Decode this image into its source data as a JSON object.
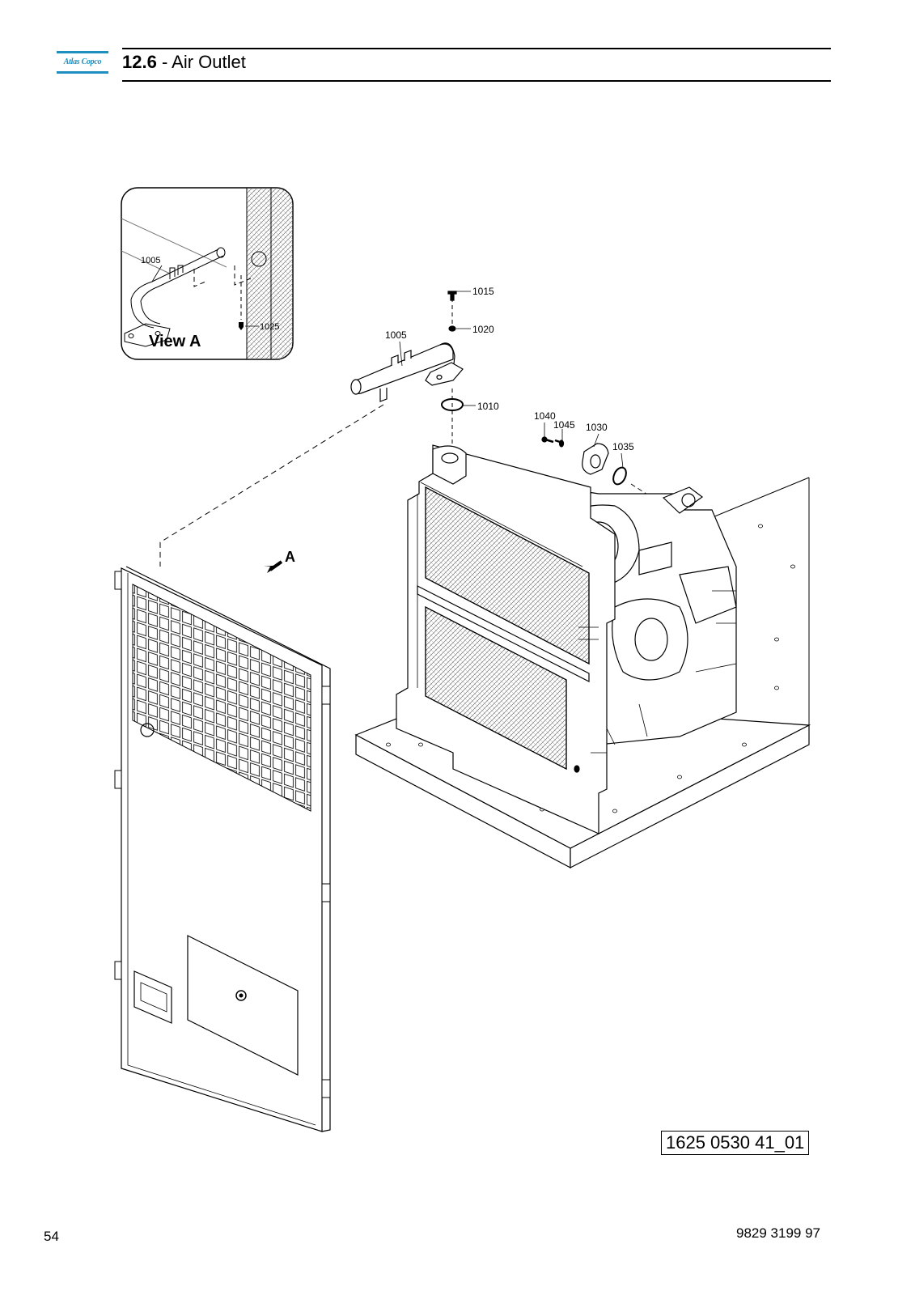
{
  "header": {
    "logo_text": "Atlas Copco",
    "section_number": "12.6",
    "section_separator": " - ",
    "section_title": "Air Outlet"
  },
  "drawing": {
    "inset_label": "View A",
    "view_arrow_label": "A",
    "callouts": {
      "c1005_inset": "1005",
      "c1025": "1025",
      "c1005": "1005",
      "c1015": "1015",
      "c1020": "1020",
      "c1010": "1010",
      "c1040": "1040",
      "c1045": "1045",
      "c1030": "1030",
      "c1035": "1035"
    },
    "figure_reference": "1625 0530 41_01"
  },
  "footer": {
    "page_number": "54",
    "document_number": "9829 3199 97"
  },
  "colors": {
    "brand_blue": "#1f8fc0",
    "line": "#000000"
  }
}
